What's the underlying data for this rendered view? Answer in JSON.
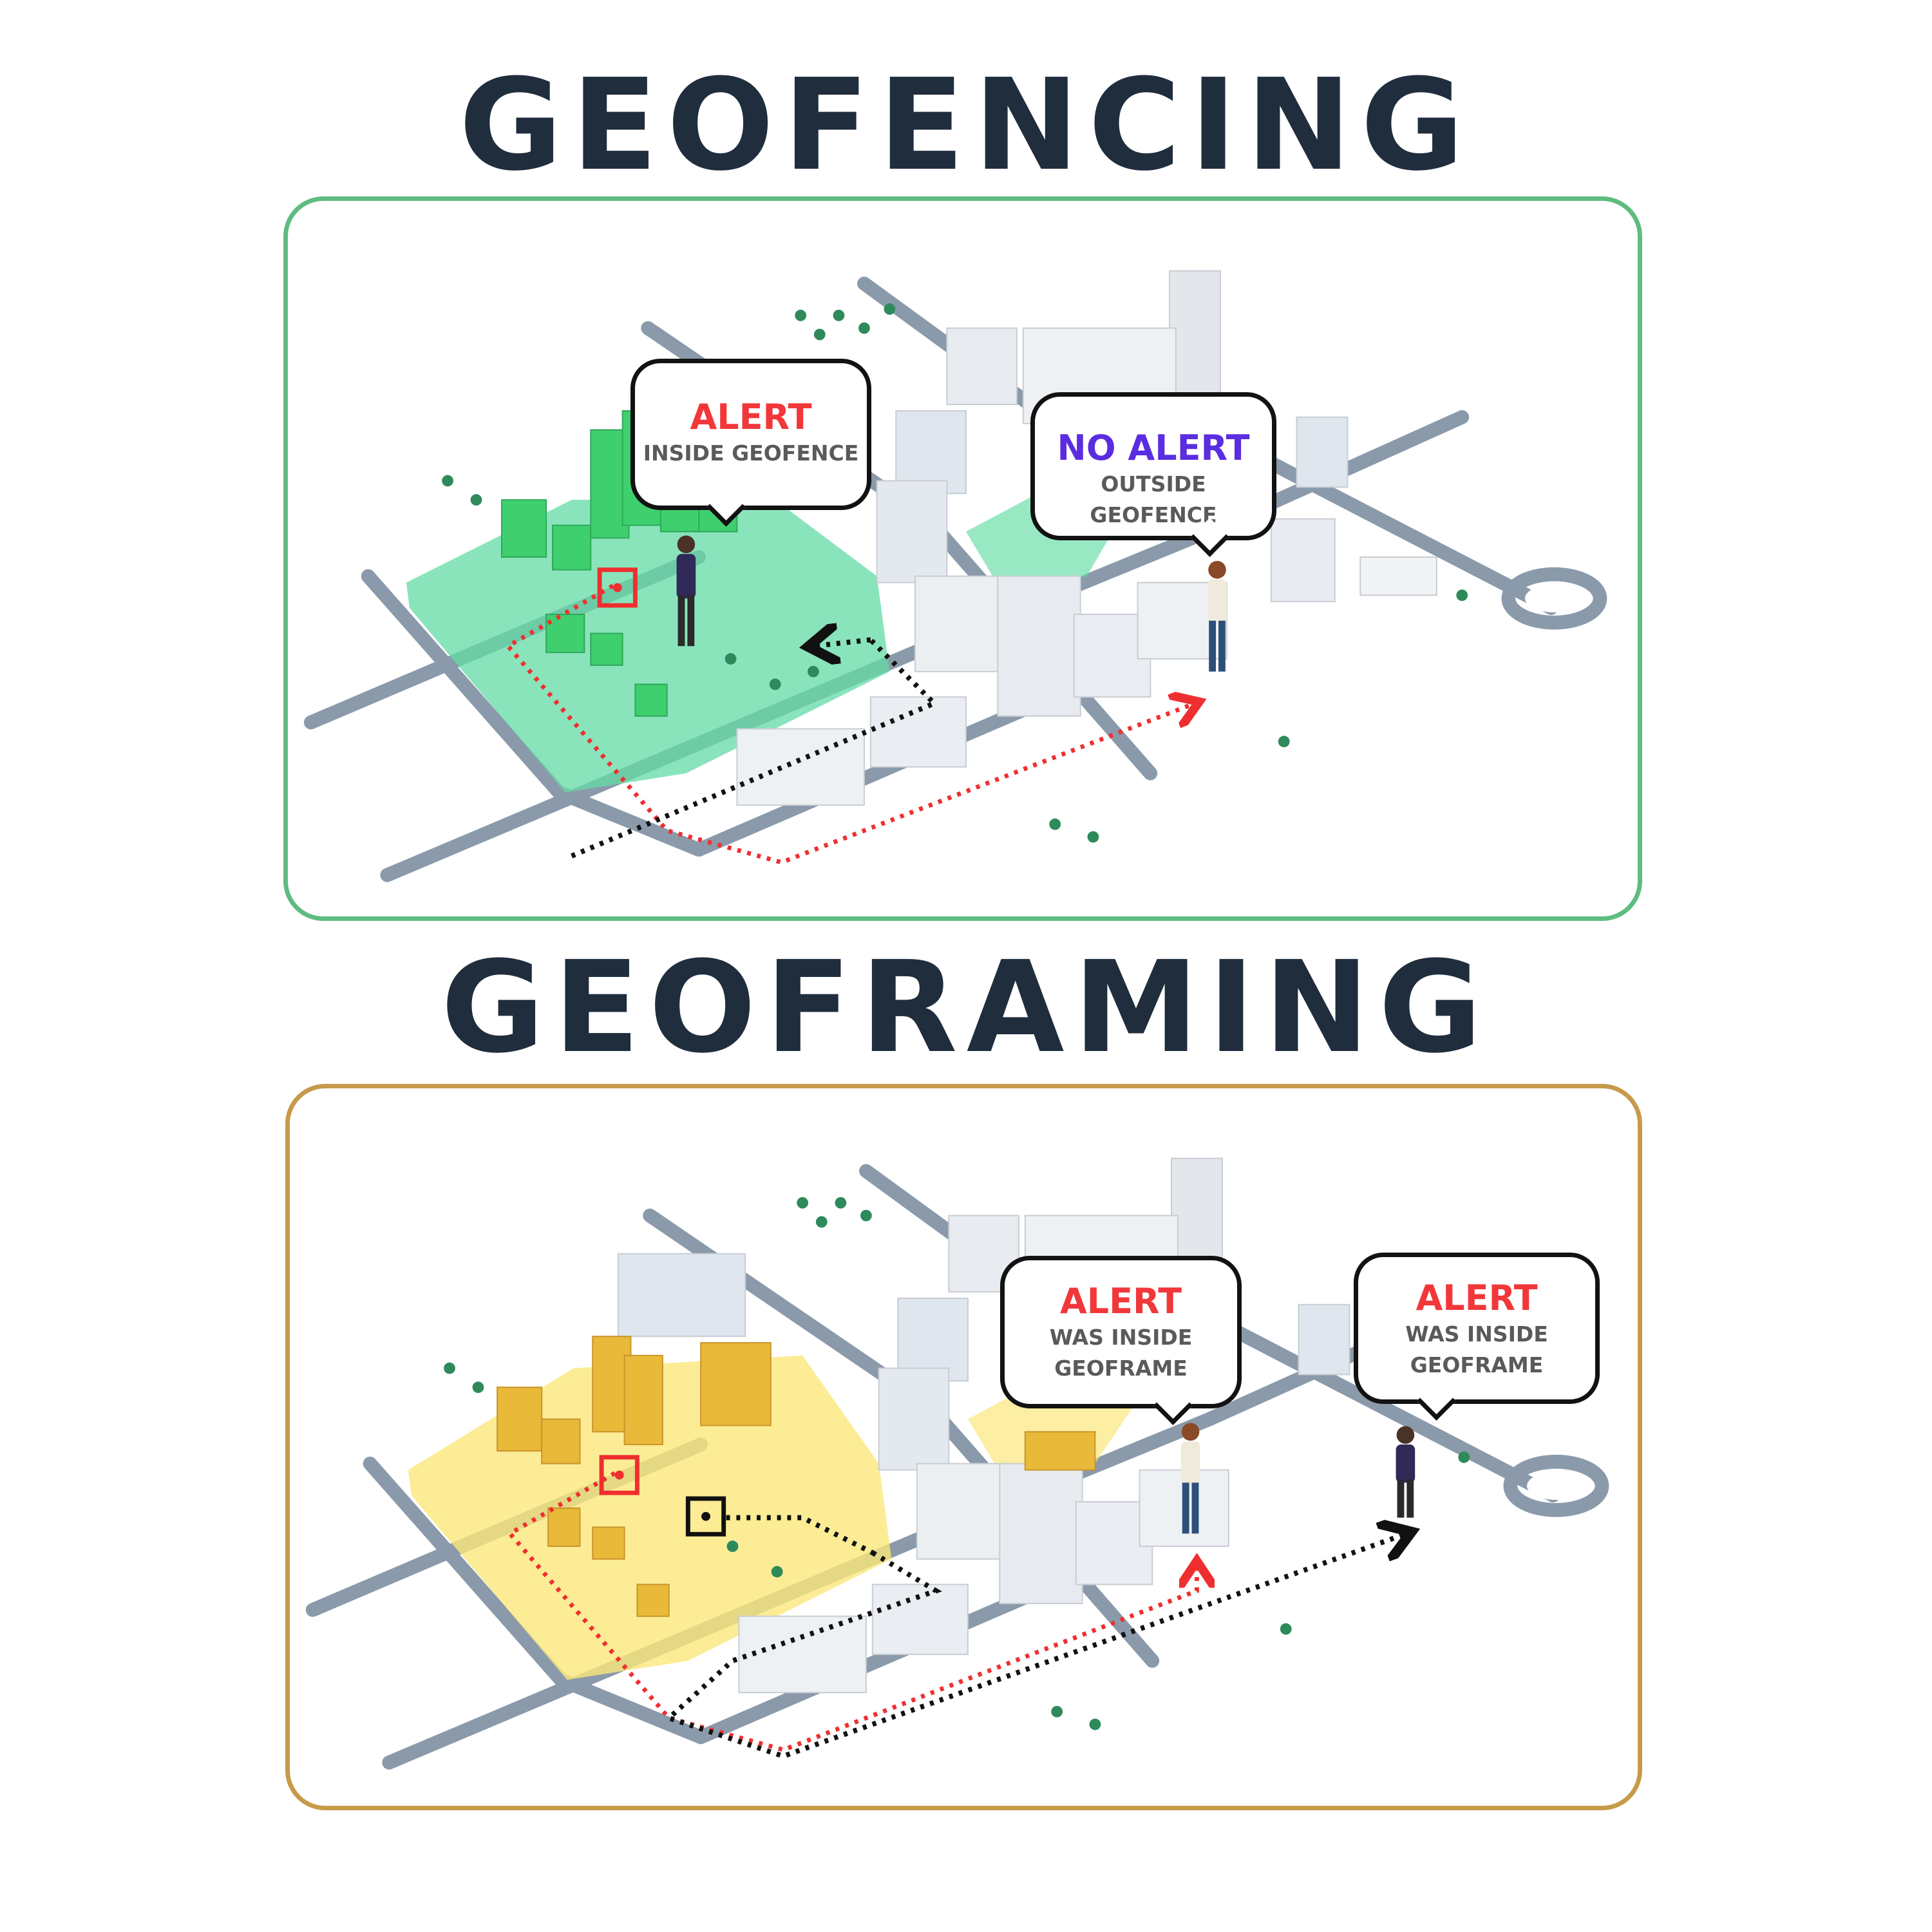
{
  "headings": {
    "top": "GEOFENCING",
    "bottom": "GEOFRAMING"
  },
  "colors": {
    "title": "#1f2d3d",
    "geofence_zone": "#63dba4",
    "geofence_border": "#5fbc80",
    "geoframe_zone": "#fbe77a",
    "geoframe_border": "#c79a4b",
    "alert": "#f2373a",
    "no_alert": "#5b2de0",
    "road": "#8a9aaa"
  },
  "geofencing": {
    "bubbles": [
      {
        "title": "ALERT",
        "subtitle": "INSIDE GEOFENCE",
        "status": "alert"
      },
      {
        "title": "NO ALERT",
        "subtitle": "OUTSIDE GEOFENCE",
        "status": "no-alert"
      }
    ]
  },
  "geoframing": {
    "bubbles": [
      {
        "title": "ALERT",
        "subtitle_line1": "WAS INSIDE",
        "subtitle_line2": "GEOFRAME",
        "status": "alert"
      },
      {
        "title": "ALERT",
        "subtitle_line1": "WAS INSIDE",
        "subtitle_line2": "GEOFRAME",
        "status": "alert"
      }
    ]
  },
  "icons": [
    "person-icon",
    "location-target-icon",
    "dotted-route-arrow-icon",
    "building-icon",
    "tree-icon",
    "roundabout-icon"
  ]
}
